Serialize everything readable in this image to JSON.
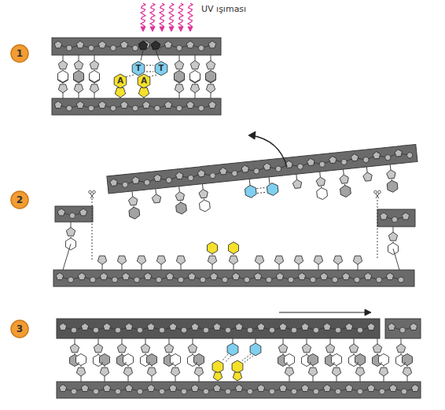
{
  "diagram": {
    "nodes": [
      {
        "text": [
          "1"
        ]
      },
      {
        "text": [
          "T"
        ]
      },
      {
        "text": [
          "T"
        ]
      },
      {
        "text": [
          "A"
        ]
      },
      {
        "text": [
          "A"
        ]
      },
      {
        "text": [
          "2"
        ]
      },
      {
        "text": [
          "3"
        ]
      }
    ],
    "edges": [
      {
        "from": 1,
        "to": 2,
        "arrow": "none"
      }
    ],
    "labels": [
      "UV ışıması"
    ]
  }
}
